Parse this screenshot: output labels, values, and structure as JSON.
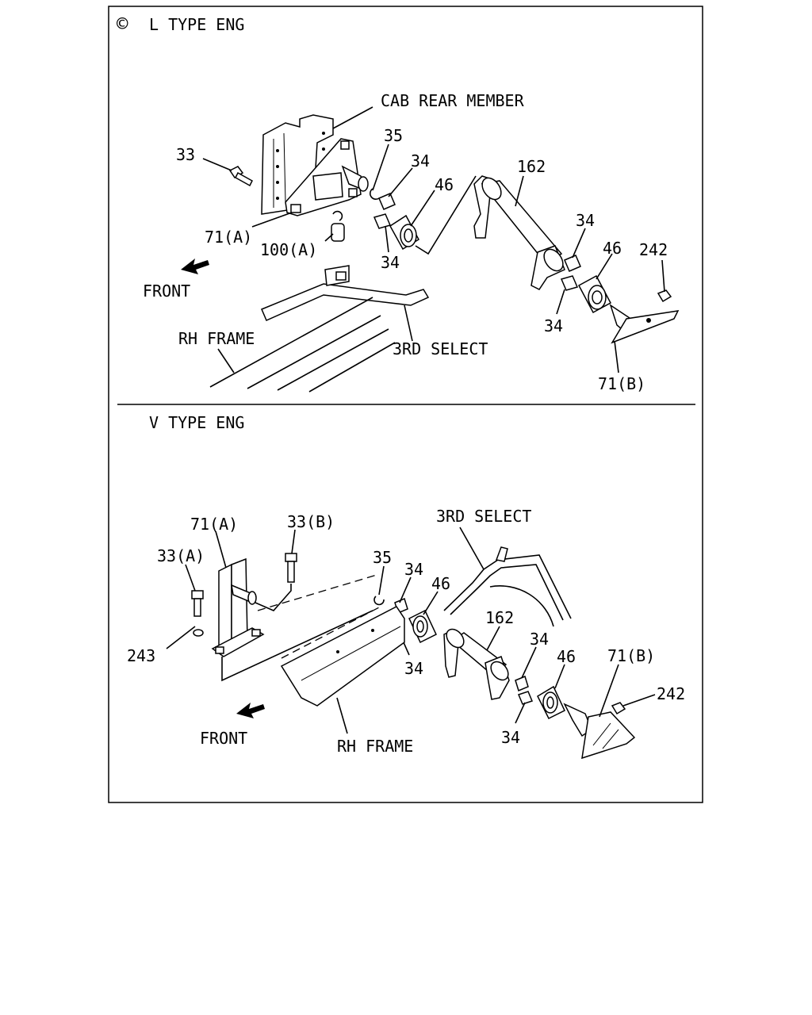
{
  "panels": [
    {
      "title": "L TYPE ENG",
      "title_symbol": "©",
      "labels": {
        "cab_rear_member": "CAB REAR MEMBER",
        "p33": "33",
        "p35": "35",
        "p34_a": "34",
        "p46_a": "46",
        "p162": "162",
        "p34_b": "34",
        "p46_b": "46",
        "p242": "242",
        "p71a": "71(A)",
        "p100a": "100(A)",
        "p34_c": "34",
        "front": "FRONT",
        "p34_d": "34",
        "rh_frame": "RH FRAME",
        "third_select": "3RD SELECT",
        "p71b": "71(B)"
      }
    },
    {
      "title": "V TYPE ENG",
      "labels": {
        "p71a": "71(A)",
        "p33b": "33(B)",
        "third_select": "3RD SELECT",
        "p33a": "33(A)",
        "p35": "35",
        "p34_a": "34",
        "p46_a": "46",
        "p162": "162",
        "p243": "243",
        "p34_b": "34",
        "p46_b": "46",
        "p71b": "71(B)",
        "p34_c": "34",
        "p242": "242",
        "front": "FRONT",
        "rh_frame": "RH FRAME",
        "p34_d": "34"
      }
    }
  ]
}
